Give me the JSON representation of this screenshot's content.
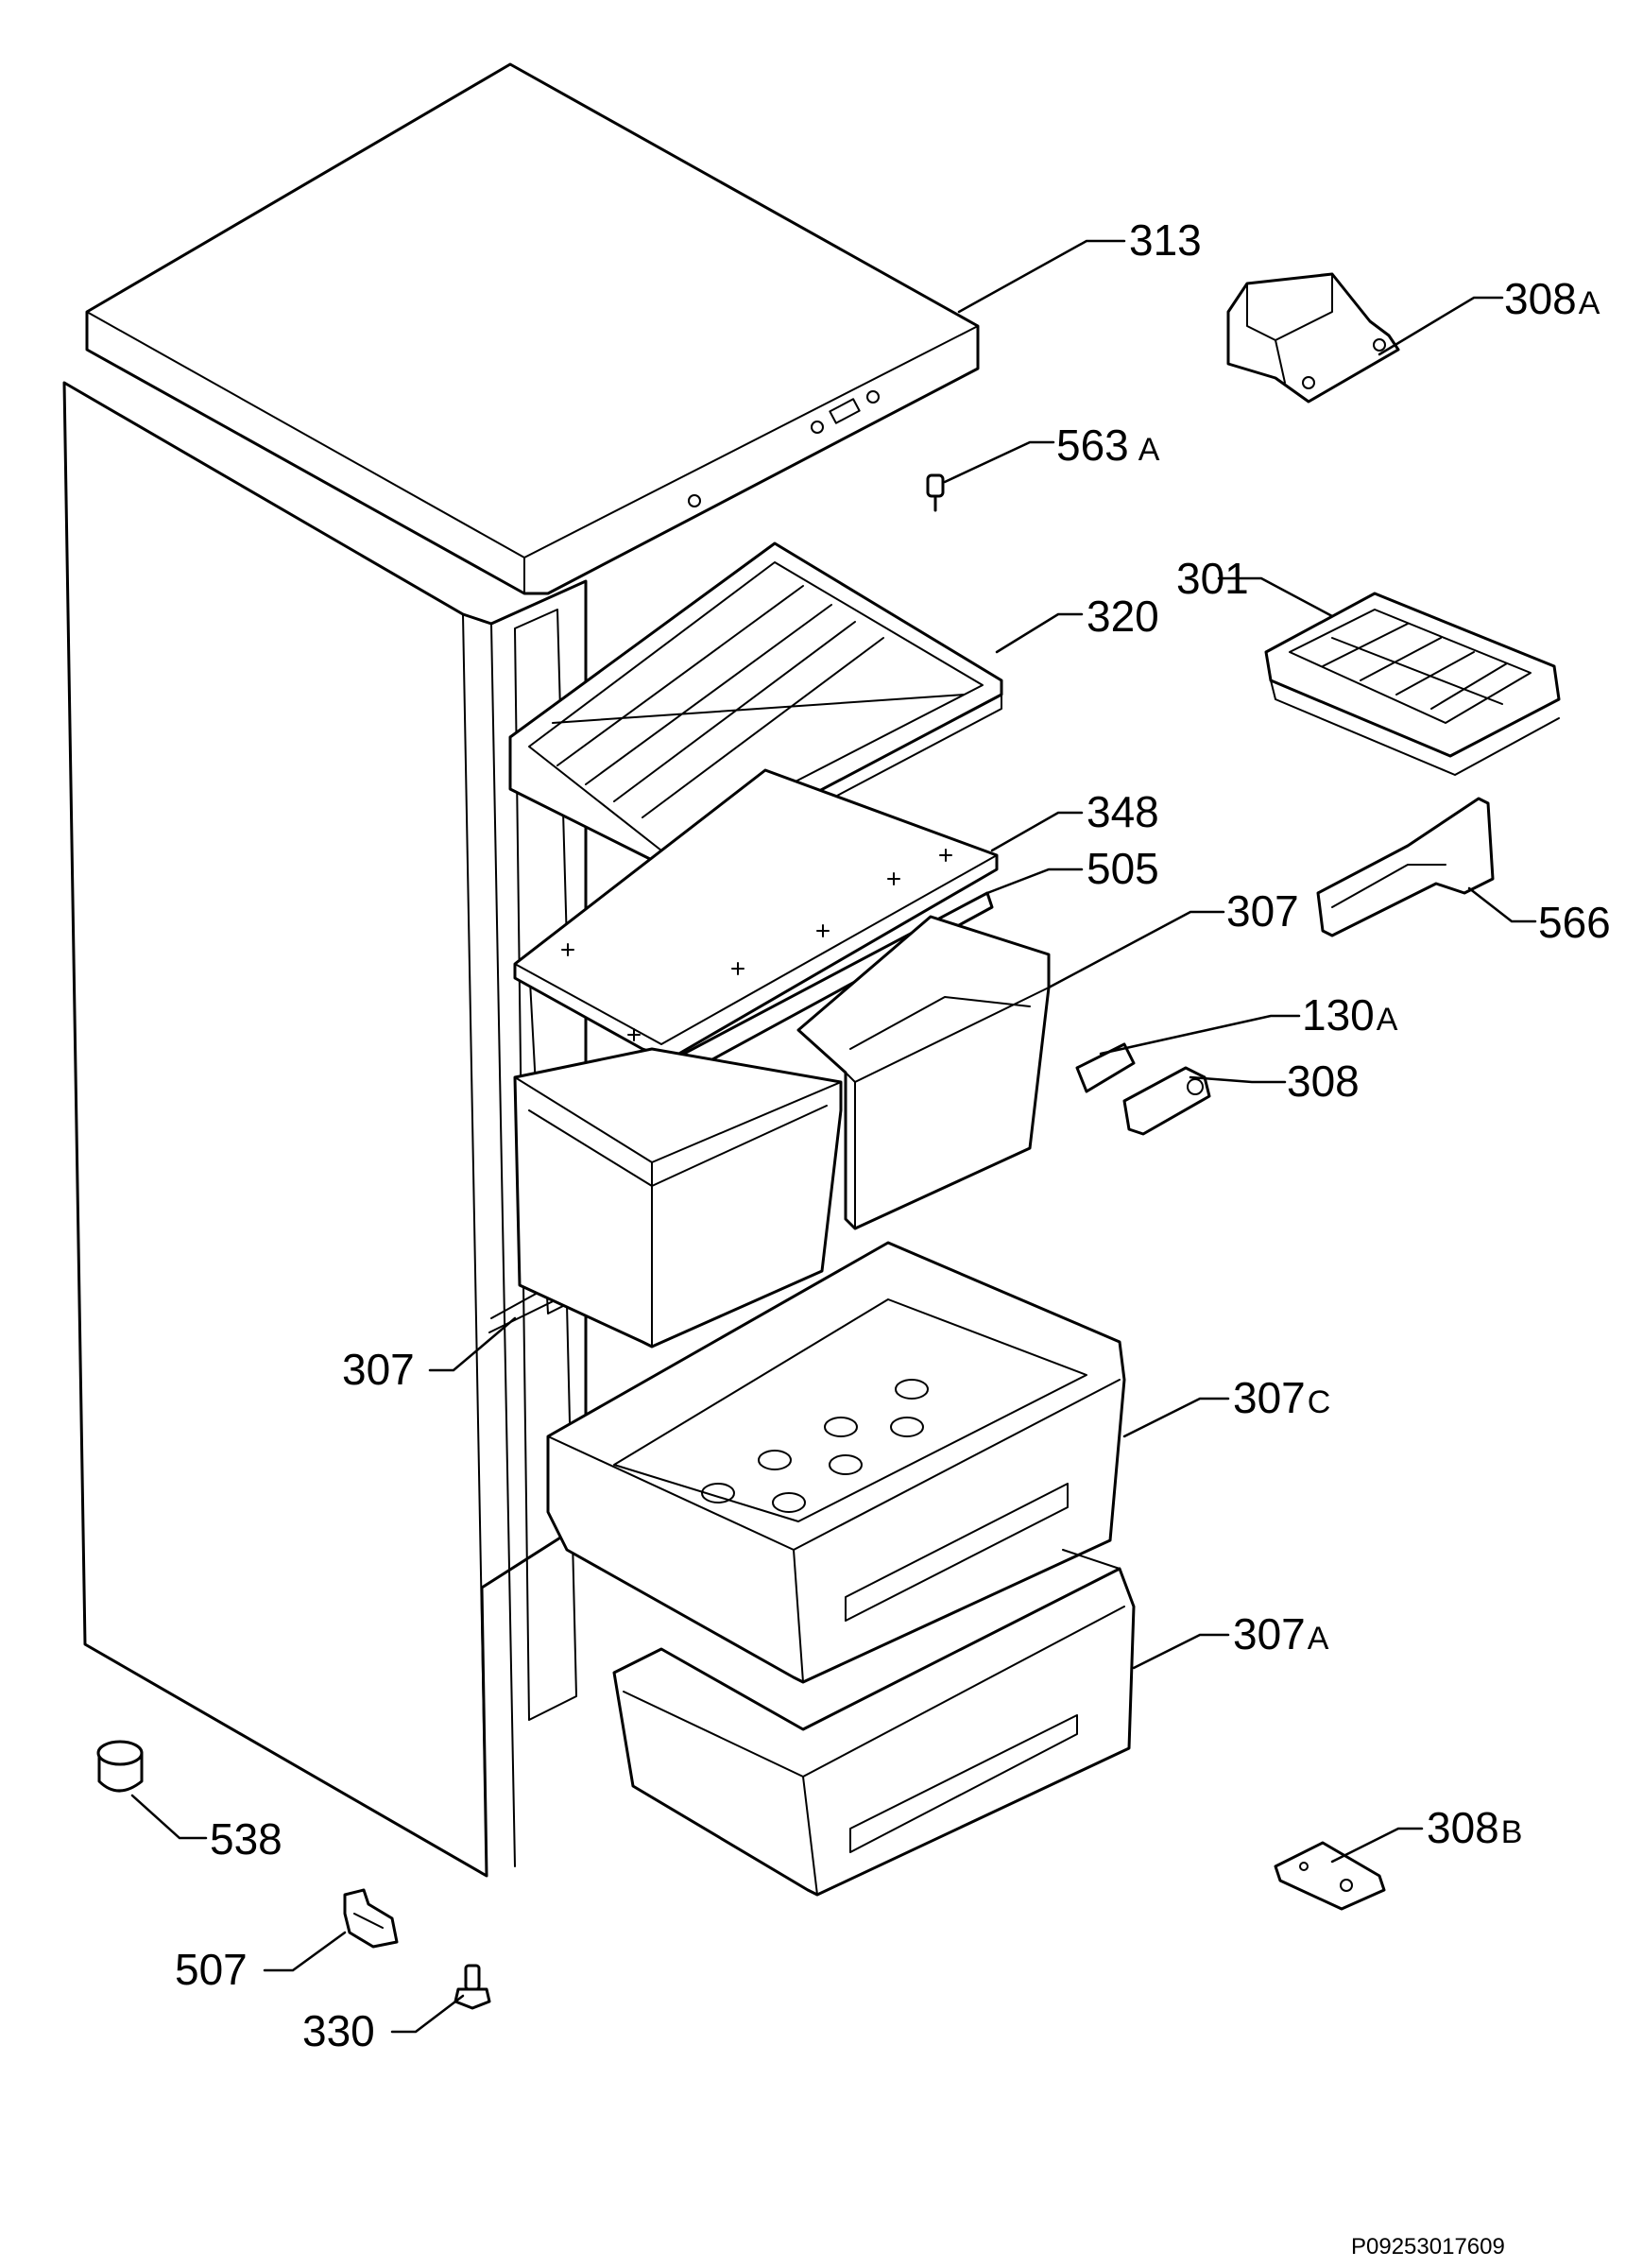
{
  "diagram_code": "P09253017609",
  "labels": {
    "p313": "313",
    "p308a_num": "308",
    "p308a_sfx": "A",
    "p563a_num": "563",
    "p563a_sfx": "A",
    "p301": "301",
    "p320": "320",
    "p348": "348",
    "p505": "505",
    "p307_right": "307",
    "p566": "566",
    "p130a_num": "130",
    "p130a_sfx": "A",
    "p308": "308",
    "p307_left": "307",
    "p307c_num": "307",
    "p307c_sfx": "C",
    "p307a_num": "307",
    "p307a_sfx": "A",
    "p538": "538",
    "p308b_num": "308",
    "p308b_sfx": "B",
    "p507": "507",
    "p330": "330"
  }
}
